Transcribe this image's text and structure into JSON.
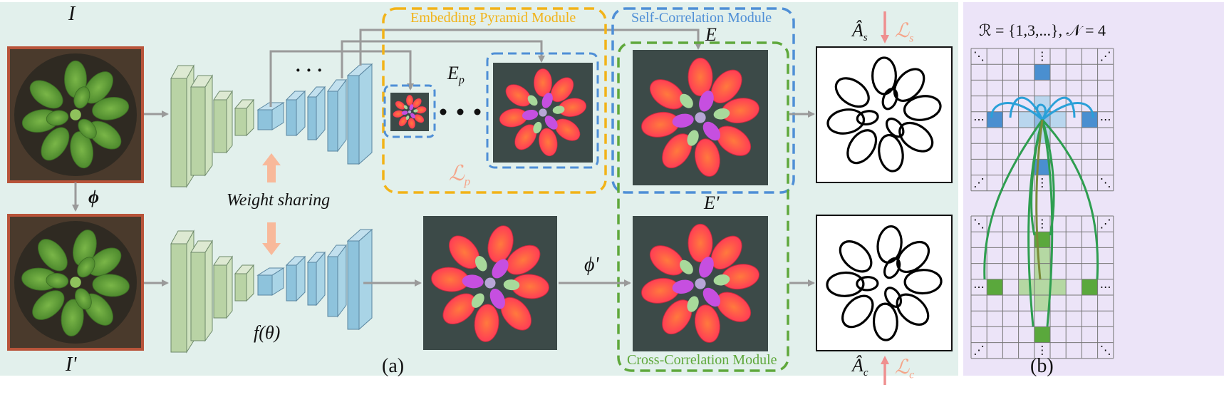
{
  "panel_a": {
    "label": "(a)",
    "input_image_label": "I",
    "transformed_image_label": "I'",
    "transform_label": "ϕ",
    "transform_embed_label": "ϕ'",
    "weight_sharing_label": "Weight sharing",
    "network_label": "f(θ)",
    "ellipsis": "· · ·",
    "pyramid_label": "E",
    "pyramid_sub": "p",
    "pyramid_loss": "ℒ",
    "pyramid_loss_sub": "p",
    "embedding_label": "E",
    "embedding_prime_label": "E'",
    "self_output_label": "Â",
    "self_output_sub": "s",
    "self_loss": "ℒ",
    "self_loss_sub": "s",
    "cross_output_label": "Â",
    "cross_output_sub": "c",
    "cross_loss": "ℒ",
    "cross_loss_sub": "c"
  },
  "modules": {
    "embedding_pyramid": "Embedding Pyramid Module",
    "self_correlation": "Self-Correlation Module",
    "cross_correlation": "Cross-Correlation Module"
  },
  "panel_b": {
    "label": "(b)",
    "formula": "ℛ = {1,3,...}, 𝒩 =  4"
  },
  "colors": {
    "panel_a_bg": "#e2f0ec",
    "panel_b_bg": "#ece4f8",
    "pyramid_yellow": "#f2b318",
    "self_blue": "#4f8fd6",
    "cross_green": "#5fa83c",
    "loss_pink": "#f4a58a",
    "encoder_green": "#b9d3a5",
    "encoder_blue": "#8ec3dc"
  }
}
